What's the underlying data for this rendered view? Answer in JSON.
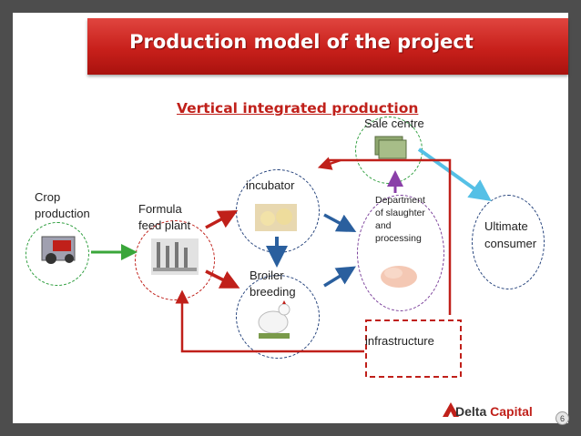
{
  "title": "Production model of the project",
  "subtitle": "Vertical integrated production",
  "nodes": {
    "sale_centre": "Sale centre",
    "crop_line1": "Crop",
    "crop_line2": "production",
    "feed_line1": "Formula",
    "feed_line2": "feed plant",
    "incubator": "incubator",
    "broiler_line1": "Broiler",
    "broiler_line2": "breeding",
    "slaughter_line1": "Department",
    "slaughter_line2": "of slaughter",
    "slaughter_line3": "and",
    "slaughter_line4": "processing",
    "consumer_line1": "Ultimate",
    "consumer_line2": "consumer",
    "infrastructure": "infrastructure"
  },
  "brand": {
    "name_a": "Delta",
    "name_b": "Capital"
  },
  "page_number": "6",
  "colors": {
    "title_red": "#c8201b",
    "subtitle_red": "#c0201a",
    "arrow_red": "#c0201a",
    "arrow_blue": "#2a5f9e",
    "arrow_green": "#3aa63a",
    "arrow_lightblue": "#55c0e6",
    "arrow_purple": "#8a3fa8",
    "circle_green": "#2e9e3e",
    "circle_red": "#c0201a",
    "circle_blue": "#22407a",
    "circle_purple": "#7a3f9a"
  },
  "icons": [
    "tractor-icon",
    "feed-plant-icon",
    "chicks-icon",
    "chicken-icon",
    "money-icon",
    "meat-icon",
    "delta-logo-icon"
  ]
}
